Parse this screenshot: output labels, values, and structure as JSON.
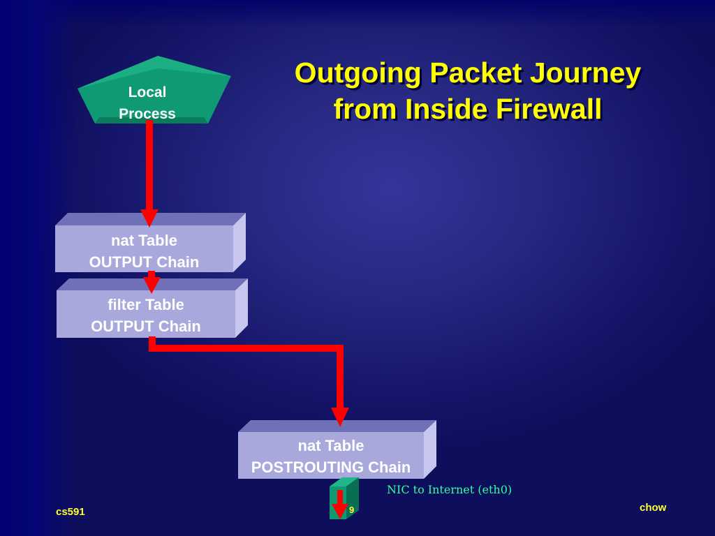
{
  "slide": {
    "title_line1": "Outgoing Packet Journey",
    "title_line2": "from Inside Firewall"
  },
  "nodes": {
    "local_process": {
      "line1": "Local",
      "line2": "Process"
    },
    "nat_output": {
      "line1": "nat Table",
      "line2": "OUTPUT Chain"
    },
    "filter_output": {
      "line1": "filter Table",
      "line2": "OUTPUT Chain"
    },
    "nat_postrouting": {
      "line1": "nat Table",
      "line2": "POSTROUTING Chain"
    },
    "nic": {
      "label": "NIC to Internet (eth0)"
    }
  },
  "footer": {
    "left": "cs591",
    "right": "chow",
    "page": "9"
  },
  "colors": {
    "title": "#ffff00",
    "arrow": "#ff0000",
    "box_face": "#a8a8dd",
    "pentagon": "#0f9a73",
    "nic_label": "#33ff99"
  }
}
